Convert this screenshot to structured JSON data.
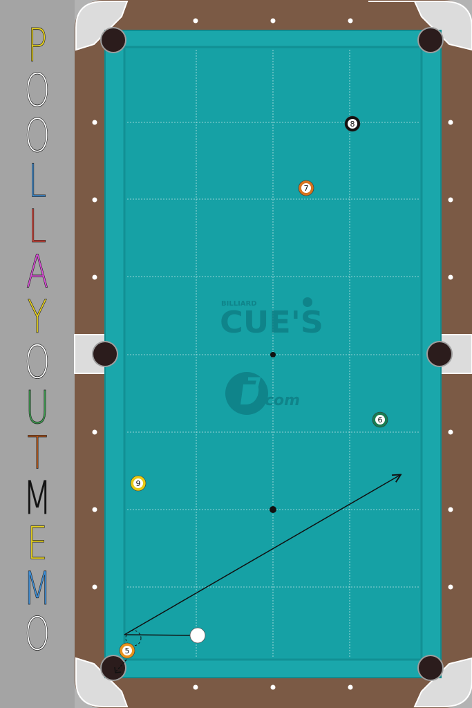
{
  "title": {
    "letters": [
      {
        "ch": "P",
        "color": "#e8d21e"
      },
      {
        "ch": "O",
        "color": "#ffffff"
      },
      {
        "ch": "O",
        "color": "#ffffff"
      },
      {
        "ch": "L",
        "color": "#3f8fd6"
      },
      {
        "ch": "L",
        "color": "#e0483c"
      },
      {
        "ch": "A",
        "color": "#d94fd6"
      },
      {
        "ch": "Y",
        "color": "#e8d21e"
      },
      {
        "ch": "O",
        "color": "#ffffff"
      },
      {
        "ch": "U",
        "color": "#3d9b4f"
      },
      {
        "ch": "T",
        "color": "#b5561a"
      },
      {
        "ch": "M",
        "color": "#111111"
      },
      {
        "ch": "E",
        "color": "#e8d21e"
      },
      {
        "ch": "M",
        "color": "#3f8fd6"
      },
      {
        "ch": "O",
        "color": "#ffffff"
      }
    ]
  },
  "logo": {
    "small": "BILLIARD",
    "main": "CUE'S",
    "domain": "com"
  },
  "colors": {
    "felt": "#16a1a5",
    "cushion": "#1aa7ab",
    "rail": "#7b5a45",
    "corner": "#dcdcdc",
    "pocket": "#2b1c1c",
    "diamond": "#ffffff",
    "logo": "#0e7f86"
  },
  "balls": [
    {
      "number": "8",
      "color": "#111111"
    },
    {
      "number": "7",
      "color": "#d7731f"
    },
    {
      "number": "6",
      "color": "#1a7d52"
    },
    {
      "number": "9",
      "color": "#e8c914"
    },
    {
      "number": "5",
      "color": "#e8931d"
    }
  ],
  "cue_ball": {
    "color": "#ffffff"
  }
}
